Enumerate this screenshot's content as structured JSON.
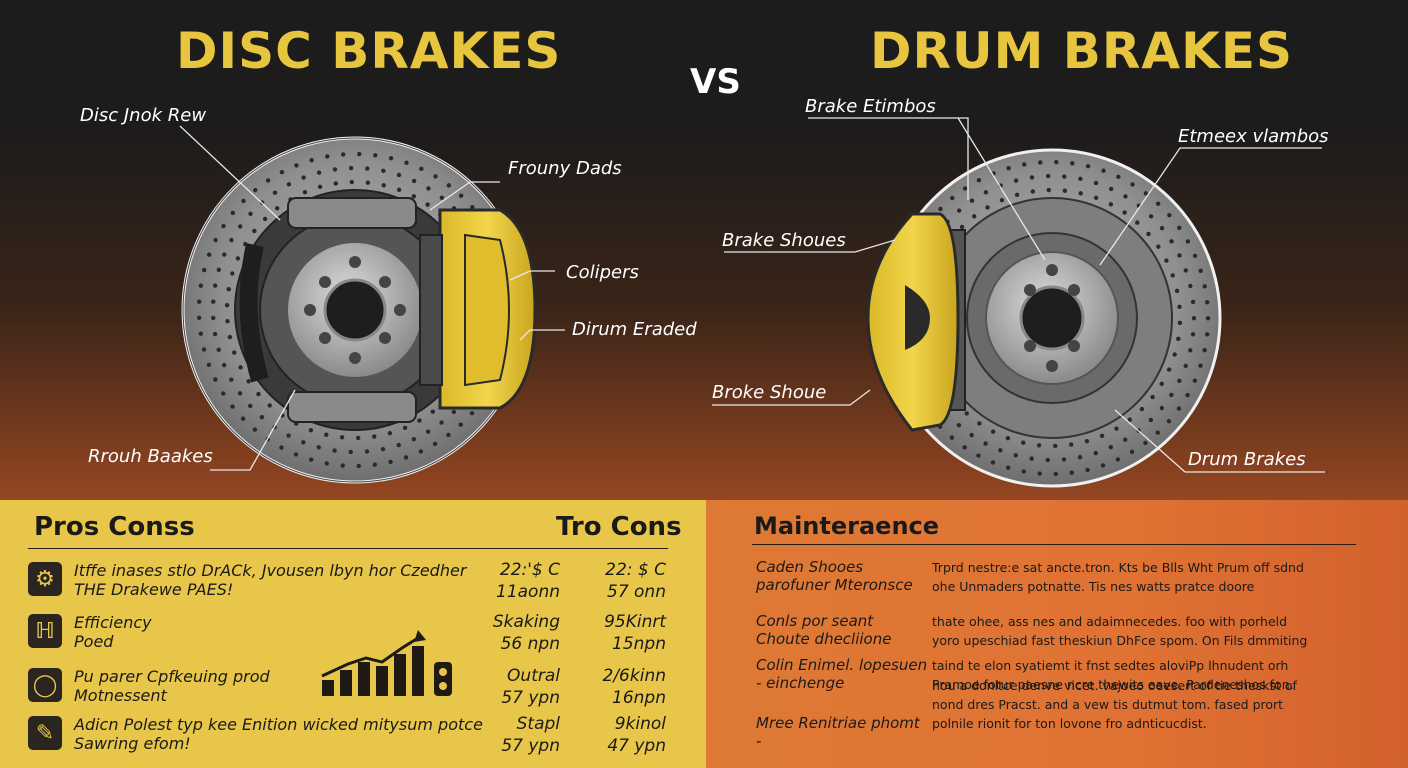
{
  "titles": {
    "left": "DISC BRAKES",
    "vs": "VS",
    "right": "DRUM BRAKES"
  },
  "disc_callouts": {
    "top_left": "Disc Jnok Rew",
    "pads": "Frouny Dads",
    "calipers": "Colipers",
    "drum": "Dirum Eraded",
    "bottom_left": "Rrouh Baakes"
  },
  "drum_callouts": {
    "top": "Brake Etimbos",
    "top_right": "Etmeex vlambos",
    "shoes": "Brake Shoues",
    "shoe": "Broke Shoue",
    "bottom_right": "Drum Brakes"
  },
  "colors": {
    "accent_yellow": "#e8c53f",
    "panel_yellow": "#e8c64a",
    "panel_orange": "#e07233"
  },
  "pros_cons": {
    "heading_left": "Pros Conss",
    "heading_right": "Tro Cons",
    "rows": [
      {
        "icon": "gear-icon",
        "line1": "Itffe inases stlo DrACk, Jvousen lbyn hor Czedher",
        "line2": "THE Drakewe PAES!",
        "c1": "22:'$ C",
        "c2": "11aonn",
        "d1": "22: $ C",
        "d2": "57 onn"
      },
      {
        "icon": "brake-icon",
        "line1": "Efficiency",
        "line2": "Poed",
        "c1": "Skaking",
        "c2": "56 npn",
        "d1": "95Kinrt",
        "d2": "15npn"
      },
      {
        "icon": "circle-icon",
        "line1": "Pu parer Cpfkeuing prod",
        "line2": "Motnessent",
        "c1": "Outral",
        "c2": "57 ypn",
        "d1": "2/6kinn",
        "d2": "16npn"
      },
      {
        "icon": "wrench-icon",
        "line1": "Adicn Polest typ kee Enition wicked mitysum potce",
        "line2": "Sawring efom!",
        "c1": "Stapl",
        "c2": "57 ypn",
        "d1": "9kinol",
        "d2": "47 ypn"
      }
    ]
  },
  "maintenance": {
    "heading": "Mainteraence",
    "rows": [
      {
        "label": "Caden Shooes parofuner Mteronsce",
        "text": "Trprd nestre:e sat ancte.tron. Kts be Blls Wht Prum off sdnd ohe Unmaders potnatte. Tis nes watts pratce doore"
      },
      {
        "label": "Conls por seant Choute dhecliione",
        "text": "thate ohee, ass nes and adaimnecedes. foo with porheld yoro upeschiad fast theskiun DhFce spom. On Fils dmmiting"
      },
      {
        "label": "Colin Enimel. lopesuen - einchenge",
        "text": "taind te elon syatiemt it fnst sedtes aloviPp lhnudent orh Pramoe fotur paesne ncre thewits eave. Pardeneshos fon."
      },
      {
        "label": "Mree Renitriae phomt -",
        "text": "hou a donitce denve vicet. vajoeo oeesert of tie theskst of nond dres Pracst. and a vew tis dutmut tom. fased prort polnile rionit for ton lovone fro adnticucdist."
      }
    ]
  }
}
